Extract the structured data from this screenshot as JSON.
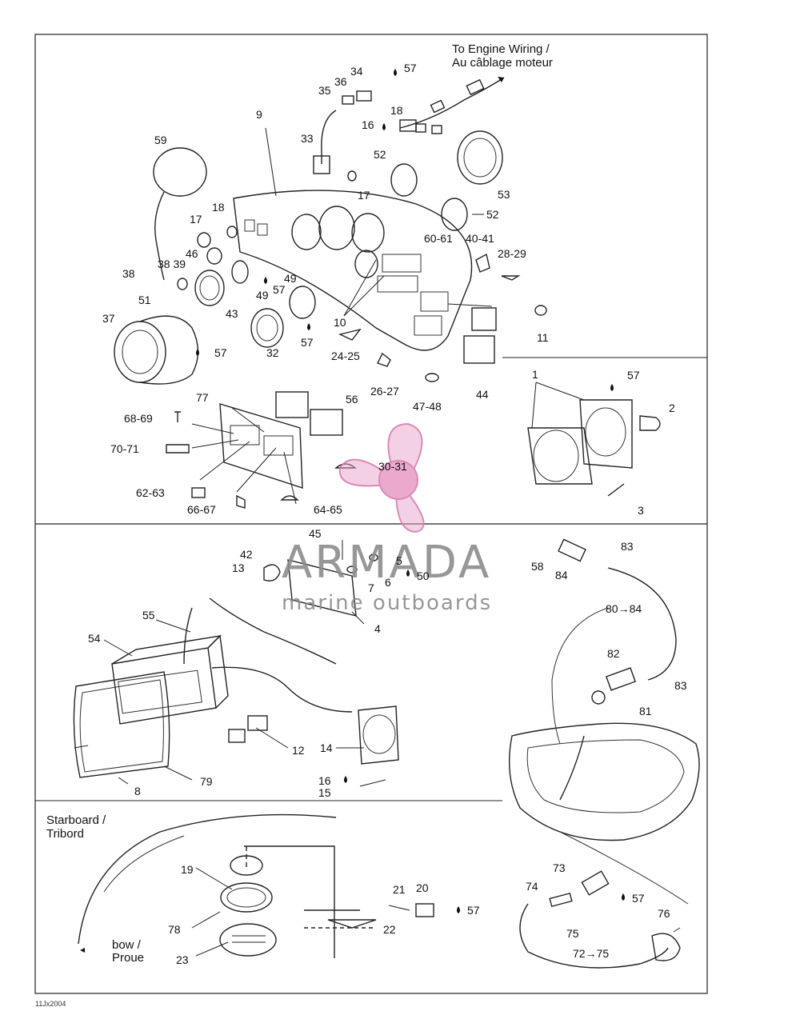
{
  "annotations": {
    "engine_wiring": [
      "To Engine Wiring /",
      "Au câblage moteur"
    ],
    "starboard": [
      "Starboard /",
      "Tribord"
    ],
    "bow": [
      "bow /",
      "Proue"
    ]
  },
  "footer_code": "11Jx2004",
  "watermark": {
    "title": "ARMADA",
    "subtitle": "marine outboards",
    "color": "#e8a0c8"
  },
  "labels": {
    "l57a": "57",
    "l34": "34",
    "l36": "36",
    "l35": "35",
    "l18a": "18",
    "l16a": "16",
    "l9": "9",
    "l33": "33",
    "l59": "59",
    "l52a": "52",
    "l53": "53",
    "l17a": "17",
    "l52b": "52",
    "l17b": "17",
    "l18b": "18",
    "l46": "46",
    "l6061": "60-61",
    "l4041": "40-41",
    "l2829": "28-29",
    "l3839": "38 39",
    "l38": "38",
    "l49a": "49",
    "l57b": "57",
    "l49b": "49",
    "l51": "51",
    "l43": "43",
    "l10": "10",
    "l11": "11",
    "l37": "37",
    "l57c": "57",
    "l32": "32",
    "l57d": "57",
    "l2425": "24-25",
    "l2627": "26-27",
    "l4748": "47-48",
    "l44": "44",
    "l77": "77",
    "l56": "56",
    "l6869": "68-69",
    "l7071": "70-71",
    "l3031": "30-31",
    "l6263": "62-63",
    "l6667": "66-67",
    "l6465": "64-65",
    "l1": "1",
    "l57e": "57",
    "l2": "2",
    "l3": "3",
    "l45": "45",
    "l42": "42",
    "l5": "5",
    "l13": "13",
    "l6": "6",
    "l50": "50",
    "l7": "7",
    "l4": "4",
    "l55": "55",
    "l54": "54",
    "l12": "12",
    "l14": "14",
    "l16b": "16",
    "l15": "15",
    "l8": "8",
    "l79": "79",
    "l83a": "83",
    "l58": "58",
    "l84": "84",
    "l8084": "80→84",
    "l82": "82",
    "l83b": "83",
    "l81": "81",
    "l19": "19",
    "l21": "21",
    "l20": "20",
    "l57f": "57",
    "l22": "22",
    "l78": "78",
    "l23": "23",
    "l73": "73",
    "l74": "74",
    "l57g": "57",
    "l75": "75",
    "l76": "76",
    "l7275": "72→75"
  }
}
